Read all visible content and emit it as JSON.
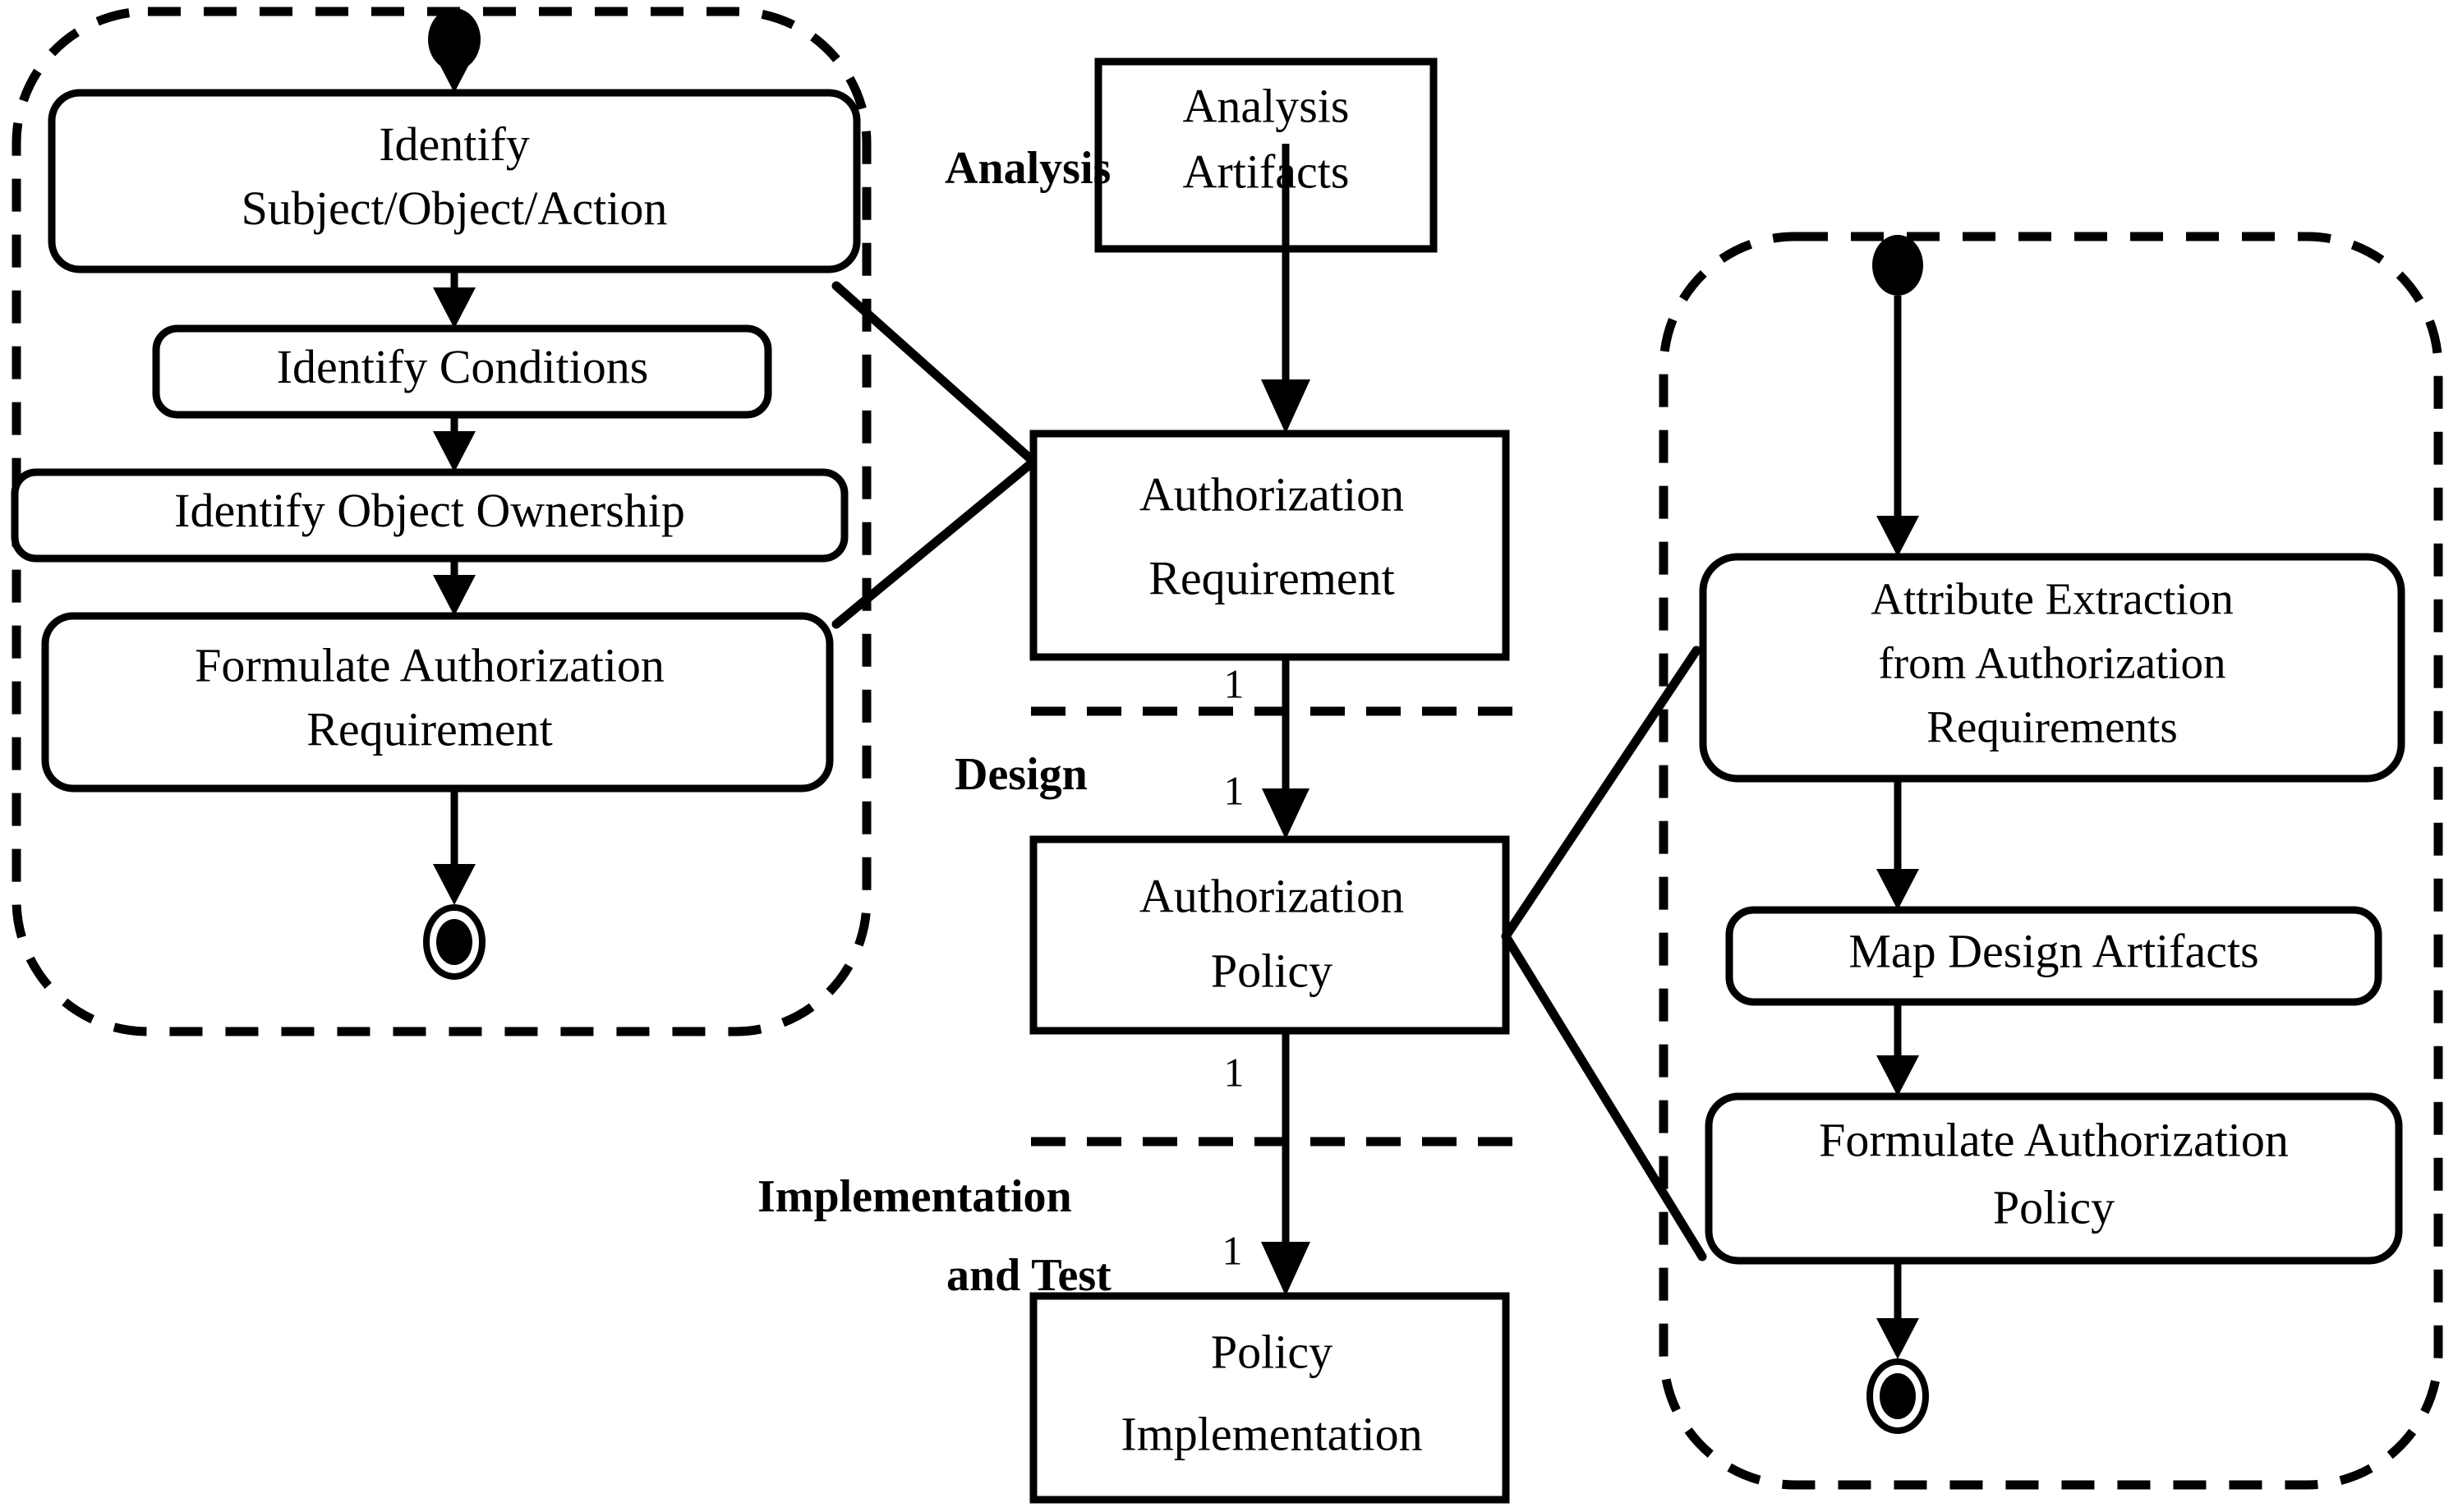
{
  "diagram": {
    "type": "uml-activity-diagram",
    "title": "Authorization engineering process across Analysis, Design, and Implementation and Test phases"
  },
  "phases": [
    {
      "id": "analysis",
      "label": "Analysis"
    },
    {
      "id": "design",
      "label": "Design"
    },
    {
      "id": "implementation",
      "label": "Implementation",
      "label_line2": "and Test"
    }
  ],
  "artifacts": [
    {
      "id": "analysis-artifacts",
      "line1": "Analysis",
      "line2": "Artifacts"
    },
    {
      "id": "authorization-requirement",
      "line1": "Authorization",
      "line2": "Requirement"
    },
    {
      "id": "authorization-policy",
      "line1": "Authorization",
      "line2": "Policy"
    },
    {
      "id": "policy-implementation",
      "line1": "Policy",
      "line2": "Implementation"
    }
  ],
  "multiplicities": {
    "req_to_policy_source": "1",
    "req_to_policy_target": "1",
    "policy_to_impl_source": "1",
    "policy_to_impl_target": "1"
  },
  "left_swimlane": {
    "id": "analysis-activity-swimlane",
    "activities": [
      {
        "id": "identify-subject-object-action",
        "line1": "Identify",
        "line2": "Subject/Object/Action"
      },
      {
        "id": "identify-conditions",
        "line1": "Identify Conditions",
        "line2": ""
      },
      {
        "id": "identify-object-ownership",
        "line1": "Identify Object Ownership",
        "line2": ""
      },
      {
        "id": "formulate-authorization-requirement",
        "line1": "Formulate Authorization",
        "line2": "Requirement"
      }
    ]
  },
  "right_swimlane": {
    "id": "design-activity-swimlane",
    "activities": [
      {
        "id": "attribute-extraction",
        "line1": "Attribute Extraction",
        "line2": "from Authorization",
        "line3": "Requirements"
      },
      {
        "id": "map-design-artifacts",
        "line1": "Map Design Artifacts",
        "line2": ""
      },
      {
        "id": "formulate-authorization-policy",
        "line1": "Formulate Authorization",
        "line2": "Policy"
      }
    ]
  },
  "colors": {
    "stroke": "#000000",
    "fill": "#ffffff"
  }
}
